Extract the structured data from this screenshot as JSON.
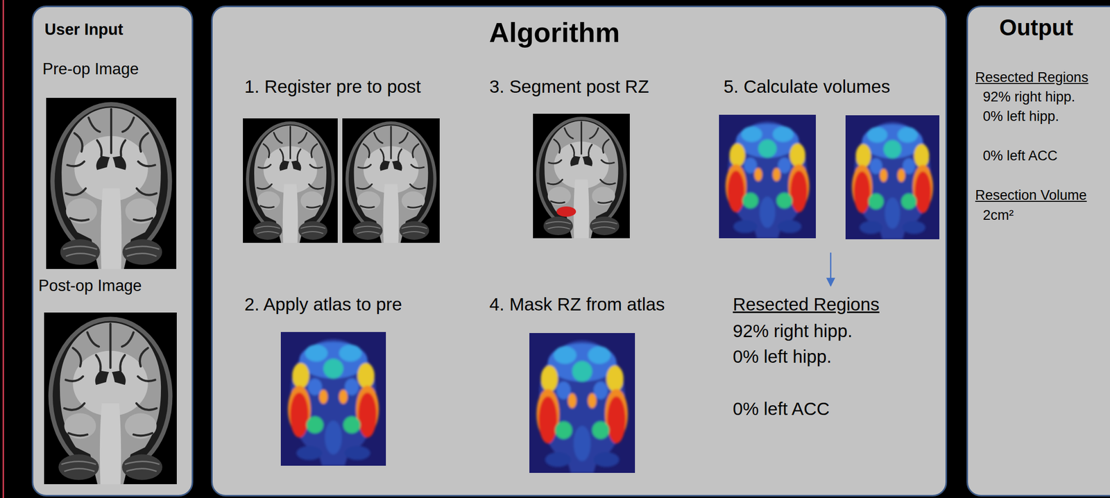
{
  "diagram": {
    "nodes": [
      {
        "text": [
          "User Input",
          "Pre-op Image",
          "Post-op Image"
        ]
      },
      {
        "text": [
          "Algorithm",
          "1. Register pre to post",
          "3. Segment post RZ",
          "5. Calculate volumes",
          "2. Apply atlas to pre",
          "4. Mask RZ from atlas",
          "Resected Regions",
          "92% right hipp.",
          "0% left hipp.",
          "0% left ACC"
        ]
      },
      {
        "text": [
          "Output",
          "Resected Regions",
          "92% right hipp.",
          "0% left hipp.",
          "0% left ACC",
          "Resection Volume",
          "2cm²"
        ]
      }
    ]
  }
}
